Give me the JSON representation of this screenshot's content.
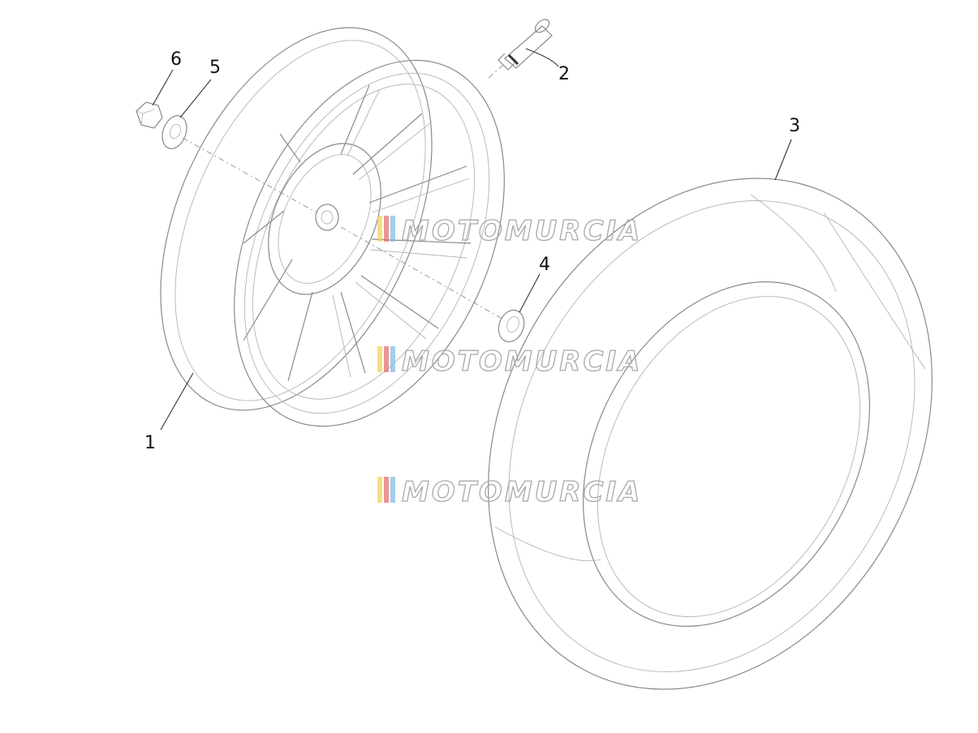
{
  "diagram": {
    "callouts": [
      {
        "id": "1",
        "label": "1"
      },
      {
        "id": "2",
        "label": "2"
      },
      {
        "id": "3",
        "label": "3"
      },
      {
        "id": "4",
        "label": "4"
      },
      {
        "id": "5",
        "label": "5"
      },
      {
        "id": "6",
        "label": "6"
      }
    ],
    "watermark": {
      "text": "MOTOMURCIA",
      "stripe_colors": [
        "#f2d14a",
        "#e36a6a",
        "#7fb8e6",
        "#9fd0a4"
      ]
    },
    "colors": {
      "line": "#8a8a8a",
      "leader": "#333333",
      "background": "#ffffff"
    }
  }
}
